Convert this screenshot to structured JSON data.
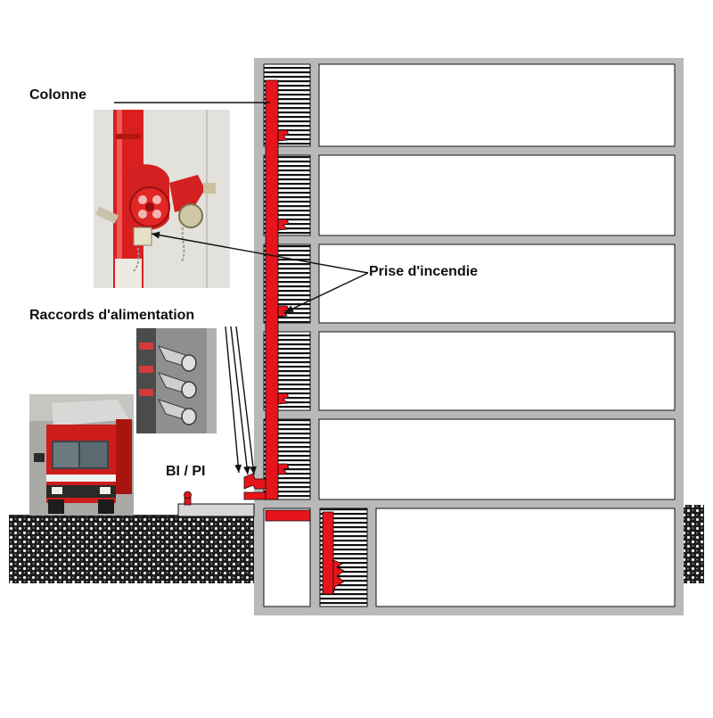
{
  "labels": {
    "colonne": "Colonne",
    "prise": "Prise d'incendie",
    "raccords": "Raccords d'alimentation",
    "bi_pi": "BI / PI"
  },
  "levels_above_ground": 5,
  "levels_below_ground": 1,
  "colors": {
    "pipe_red": "#e8141b",
    "wall_gray": "#b9b9b9",
    "text": "#111111"
  }
}
